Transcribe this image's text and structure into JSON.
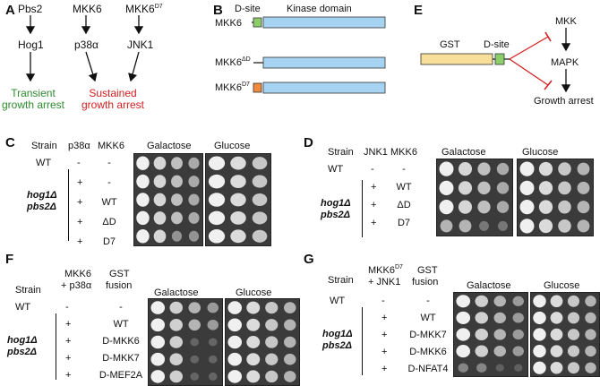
{
  "panelA": {
    "letter": "A",
    "col1": {
      "top": "Pbs2",
      "mid": "Hog1"
    },
    "col2": {
      "top": "MKK6",
      "mid": "p38α"
    },
    "col3": {
      "top": "MKK6",
      "top_sup": "D7",
      "mid": "JNK1"
    },
    "transient": [
      "Transient",
      "growth arrest"
    ],
    "sustained": [
      "Sustained",
      "growth arrest"
    ],
    "colors": {
      "transient": "#2e8b2e",
      "sustained": "#d42020"
    }
  },
  "panelB": {
    "letter": "B",
    "dsite_label": "D-site",
    "kinase_label": "Kinase domain",
    "rows": [
      {
        "name": "MKK6",
        "sup": ""
      },
      {
        "name": "MKK6",
        "sup": "ΔD"
      },
      {
        "name": "MKK6",
        "sup": "D7"
      }
    ],
    "colors": {
      "kinase": "#a7d3f2",
      "dsite": "#8ccf6a",
      "d7": "#f08a3c"
    }
  },
  "panelE": {
    "letter": "E",
    "gst": "GST",
    "dsite": "D-site",
    "mkk": "MKK",
    "mapk": "MAPK",
    "arrest": "Growth arrest",
    "colors": {
      "gst": "#f7df9a",
      "dsite": "#8ccf6a",
      "inhibit": "#d42020"
    }
  },
  "panelC": {
    "letter": "C",
    "headers": [
      "Strain",
      "p38α",
      "MKK6",
      "Galactose",
      "Glucose"
    ],
    "strain_wt": "WT",
    "strain_mut": [
      "hog1Δ",
      "pbs2Δ"
    ],
    "rows": [
      {
        "c1": "-",
        "c2": "-"
      },
      {
        "c1": "+",
        "c2": "-"
      },
      {
        "c1": "+",
        "c2": "WT"
      },
      {
        "c1": "+",
        "c2": "ΔD"
      },
      {
        "c1": "+",
        "c2": "D7"
      }
    ]
  },
  "panelD": {
    "letter": "D",
    "headers": [
      "Strain",
      "JNK1",
      "MKK6",
      "Galactose",
      "Glucose"
    ],
    "strain_wt": "WT",
    "strain_mut": [
      "hog1Δ",
      "pbs2Δ"
    ],
    "rows": [
      {
        "c1": "-",
        "c2": "-"
      },
      {
        "c1": "+",
        "c2": "WT"
      },
      {
        "c1": "+",
        "c2": "ΔD"
      },
      {
        "c1": "+",
        "c2": "D7"
      }
    ]
  },
  "panelF": {
    "letter": "F",
    "headers": {
      "strain": "Strain",
      "c1a": "MKK6",
      "c1b": "+ p38α",
      "c2a": "GST",
      "c2b": "fusion",
      "gal": "Galactose",
      "glu": "Glucose"
    },
    "strain_wt": "WT",
    "strain_mut": [
      "hog1Δ",
      "pbs2Δ"
    ],
    "rows": [
      {
        "c1": "-",
        "c2": "-"
      },
      {
        "c1": "+",
        "c2": "WT"
      },
      {
        "c1": "+",
        "c2": "D-MKK6"
      },
      {
        "c1": "+",
        "c2": "D-MKK7"
      },
      {
        "c1": "+",
        "c2": "D-MEF2A"
      }
    ]
  },
  "panelG": {
    "letter": "G",
    "headers": {
      "strain": "Strain",
      "c1a": "MKK6",
      "c1a_sup": "D7",
      "c1b": "+ JNK1",
      "c2a": "GST",
      "c2b": "fusion",
      "gal": "Galactose",
      "glu": "Glucose"
    },
    "strain_wt": "WT",
    "strain_mut": [
      "hog1Δ",
      "pbs2Δ"
    ],
    "rows": [
      {
        "c1": "-",
        "c2": "-"
      },
      {
        "c1": "+",
        "c2": "WT"
      },
      {
        "c1": "+",
        "c2": "D-MKK7"
      },
      {
        "c1": "+",
        "c2": "D-MKK6"
      },
      {
        "c1": "+",
        "c2": "D-NFAT4"
      }
    ]
  }
}
